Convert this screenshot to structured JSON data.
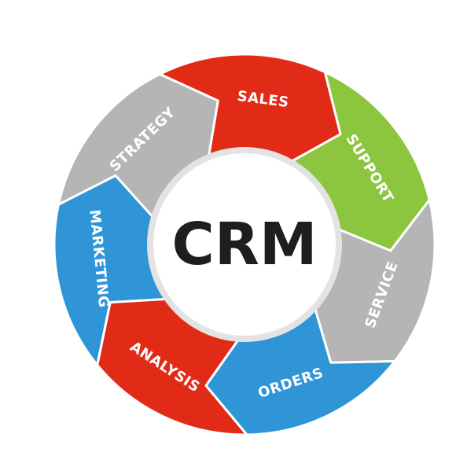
{
  "center": {
    "title": "CRM",
    "fill": "#ffffff",
    "ring": "#e3e3e3",
    "text_color": "#1e1e1e"
  },
  "segments": [
    {
      "key": "support",
      "label": "SUPPORT",
      "color": "#8cc63f"
    },
    {
      "key": "service",
      "label": "SERVICE",
      "color": "#b5b5b5"
    },
    {
      "key": "orders",
      "label": "ORDERS",
      "color": "#2f95d6"
    },
    {
      "key": "analysis",
      "label": "ANALYSIS",
      "color": "#e12b16"
    },
    {
      "key": "marketing",
      "label": "MARKETING",
      "color": "#2f95d6"
    },
    {
      "key": "strategy",
      "label": "STRATEGY",
      "color": "#b5b5b5"
    },
    {
      "key": "sales",
      "label": "SALES",
      "color": "#e12b16"
    }
  ],
  "flow_direction": "clockwise"
}
